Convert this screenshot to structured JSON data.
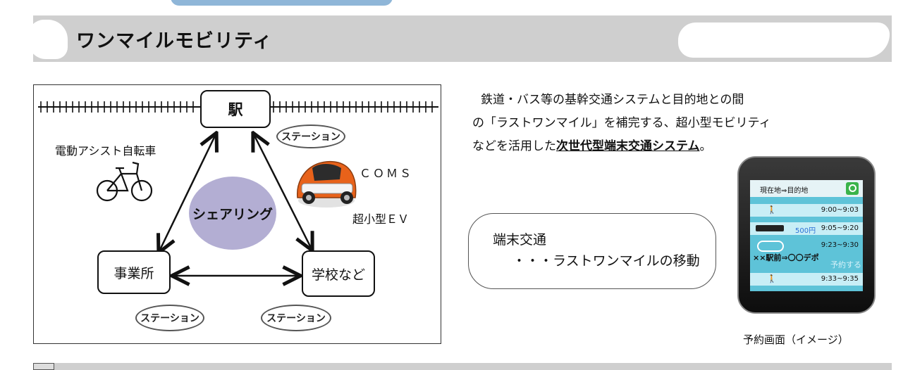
{
  "header": {
    "title": "ワンマイルモビリティ"
  },
  "diagram": {
    "station_main": "駅",
    "office": "事業所",
    "school": "学校など",
    "sharing": "シェアリング",
    "station_bubble": "ステーション",
    "bicycle_label": "電動アシスト自転車",
    "coms_label": "ＣＯＭＳ",
    "ev_label": "超小型ＥＶ"
  },
  "description": {
    "line1": "鉄道・バス等の基幹交通システムと目的地との間",
    "line2": "の「ラストワンマイル」を補完する、超小型モビリティ",
    "line3_prefix": "などを活用した",
    "line3_emph": "次世代型端末交通システム",
    "line3_suffix": "。"
  },
  "terminal": {
    "title": "端末交通",
    "subtitle": "・・・ラストワンマイルの移動"
  },
  "phone": {
    "header": "現在地⇒目的地",
    "rows": [
      {
        "time": "9:00~9:03"
      },
      {
        "time": "9:05~9:20",
        "fare": "500円"
      },
      {
        "time": "9:23~9:30"
      },
      {
        "time": "9:33~9:35"
      }
    ],
    "route": "××駅前⇒〇〇デポ",
    "reserve": "予約する",
    "caption": "予約画面（イメージ）"
  },
  "colors": {
    "header_bar": "#cfcfcf",
    "sharing_circle": "#b3aed3",
    "phone_screen": "#5ec3d8",
    "coms_body": "#e8621a"
  }
}
